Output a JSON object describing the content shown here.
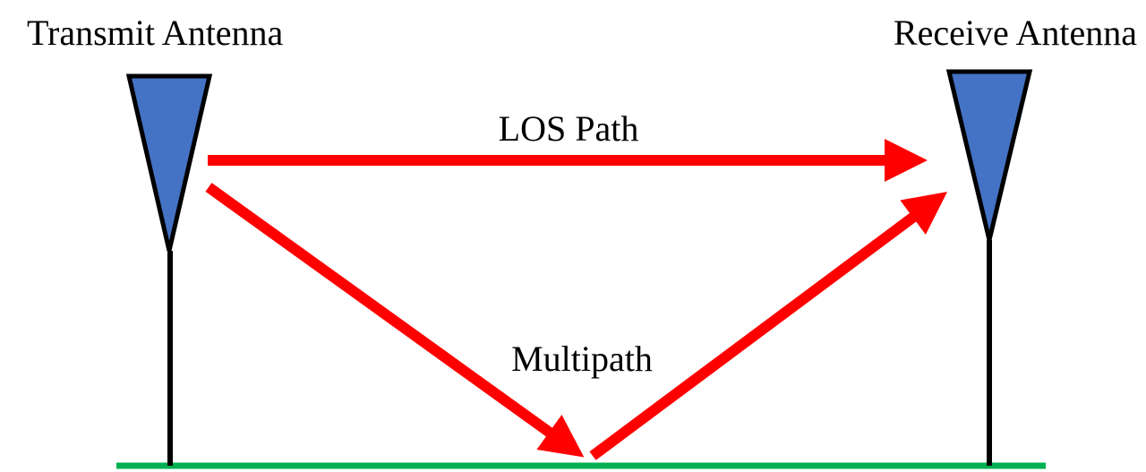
{
  "labels": {
    "transmit": "Transmit Antenna",
    "receive": "Receive Antenna",
    "los": "LOS Path",
    "multipath": "Multipath"
  },
  "colors": {
    "antenna_fill": "#4472C4",
    "antenna_outline": "#000000",
    "signal_path": "#FF0000",
    "ground": "#00B050",
    "mast": "#000000",
    "background": "#FFFFFF"
  }
}
